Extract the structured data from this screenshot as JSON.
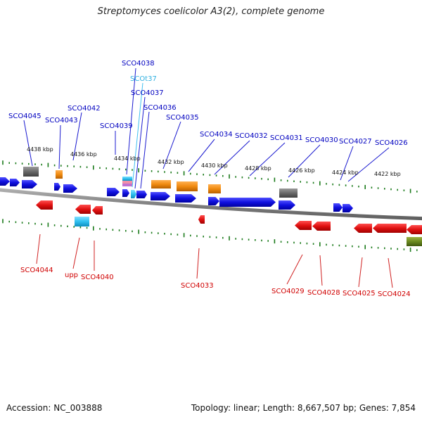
{
  "title": "Streptomyces coelicolor A3(2), complete genome",
  "footer": {
    "accession": "Accession: NC_003888",
    "topology": "Topology: linear; Length: 8,667,507 bp; Genes: 7,854"
  },
  "colors": {
    "forward_cds": "#1010e0",
    "reverse_cds": "#e01010",
    "rna": "#f08a10",
    "pseudo": "#6a6a6a",
    "trna": "#30c0f0",
    "misc": "#f06080",
    "other": "#6a8a20",
    "label_forward": "#0000c0",
    "label_reverse": "#d00000",
    "label_trna": "#30b0e0",
    "tick": "#1a7a1a"
  },
  "scale_labels": [
    "4438 kbp",
    "4436 kbp",
    "4434 kbp",
    "4432 kbp",
    "4430 kbp",
    "4428 kbp",
    "4426 kbp",
    "4424 kbp",
    "4422 kbp"
  ],
  "top_labels": [
    {
      "text": "SCO4045",
      "kind": "forward"
    },
    {
      "text": "SCO4043",
      "kind": "forward"
    },
    {
      "text": "SCO4042",
      "kind": "forward"
    },
    {
      "text": "SCO4039",
      "kind": "forward"
    },
    {
      "text": "SCO4038",
      "kind": "forward"
    },
    {
      "text": "SCOt37",
      "kind": "trna"
    },
    {
      "text": "SCO4037",
      "kind": "forward"
    },
    {
      "text": "SCO4036",
      "kind": "forward"
    },
    {
      "text": "SCO4035",
      "kind": "forward"
    },
    {
      "text": "SCO4034",
      "kind": "forward"
    },
    {
      "text": "SCO4032",
      "kind": "forward"
    },
    {
      "text": "SCO4031",
      "kind": "forward"
    },
    {
      "text": "SCO4030",
      "kind": "forward"
    },
    {
      "text": "SCO4027",
      "kind": "forward"
    },
    {
      "text": "SCO4026",
      "kind": "forward"
    }
  ],
  "bottom_labels": [
    {
      "text": "SCO4044"
    },
    {
      "text": "upp"
    },
    {
      "text": "SCO4040"
    },
    {
      "text": "SCO4033"
    },
    {
      "text": "SCO4029"
    },
    {
      "text": "SCO4028"
    },
    {
      "text": "SCO4025"
    },
    {
      "text": "SCO4024"
    }
  ]
}
